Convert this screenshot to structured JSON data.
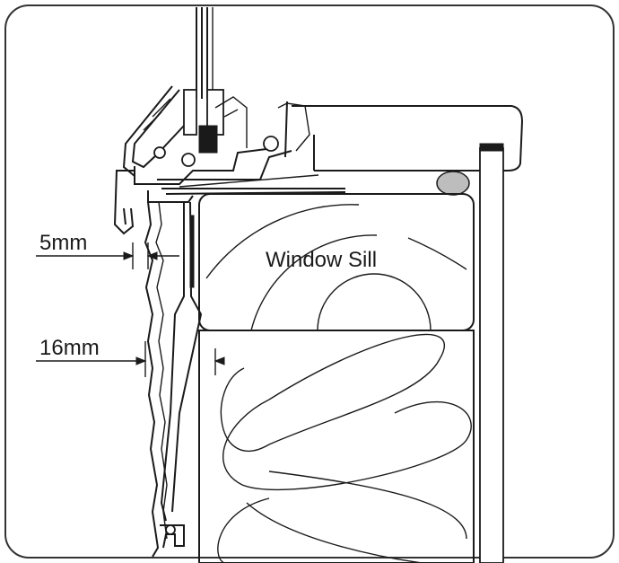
{
  "labels": {
    "window_sill": "Window Sill",
    "dim_5mm": "5mm",
    "dim_16mm": "16mm"
  },
  "colors": {
    "line": "#1a1a1a",
    "background": "#ffffff",
    "frame_border": "#333333"
  }
}
